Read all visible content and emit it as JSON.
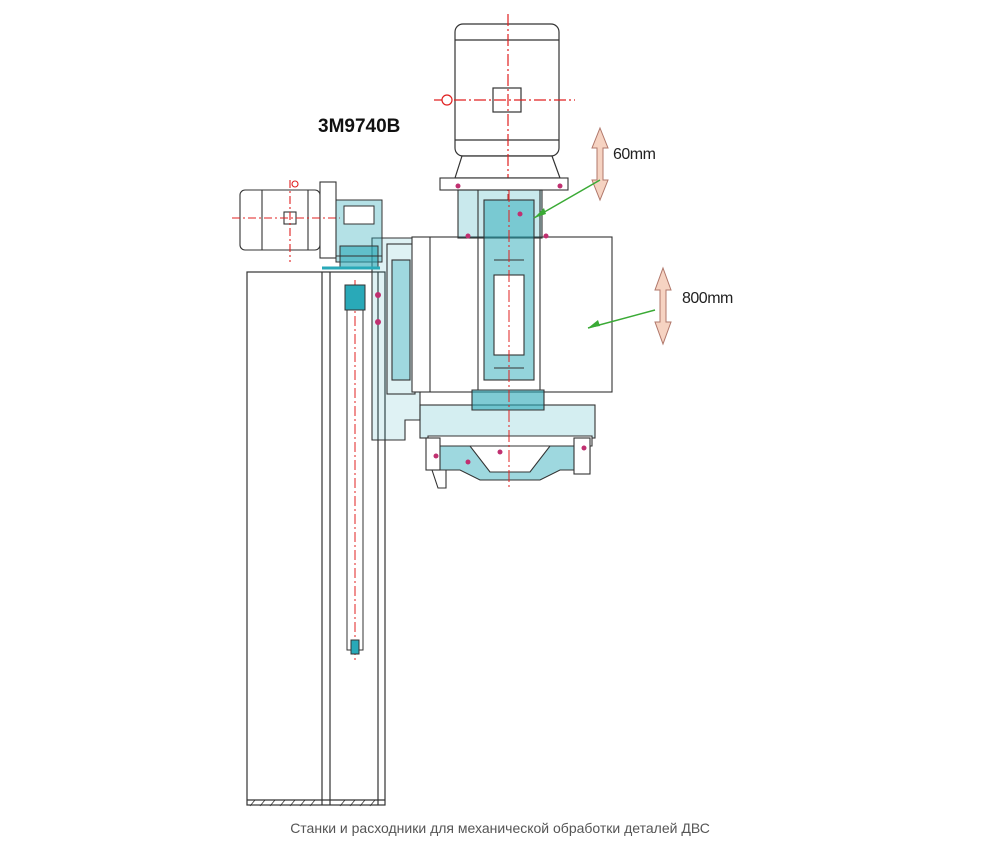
{
  "drawing": {
    "model": "3M9740B",
    "dimensions": {
      "stroke_label": "60mm",
      "travel_label": "800mm"
    },
    "colors": {
      "outline": "#333333",
      "section": "#29a9b8",
      "centerline": "#e02020",
      "leader": "#3aaa35",
      "arrow_fill": "#f6d3c2",
      "arrow_stroke": "#b0776a",
      "fasteners": "#c03070"
    }
  },
  "caption": "Станки и расходники для механической обработки деталей ДВС"
}
